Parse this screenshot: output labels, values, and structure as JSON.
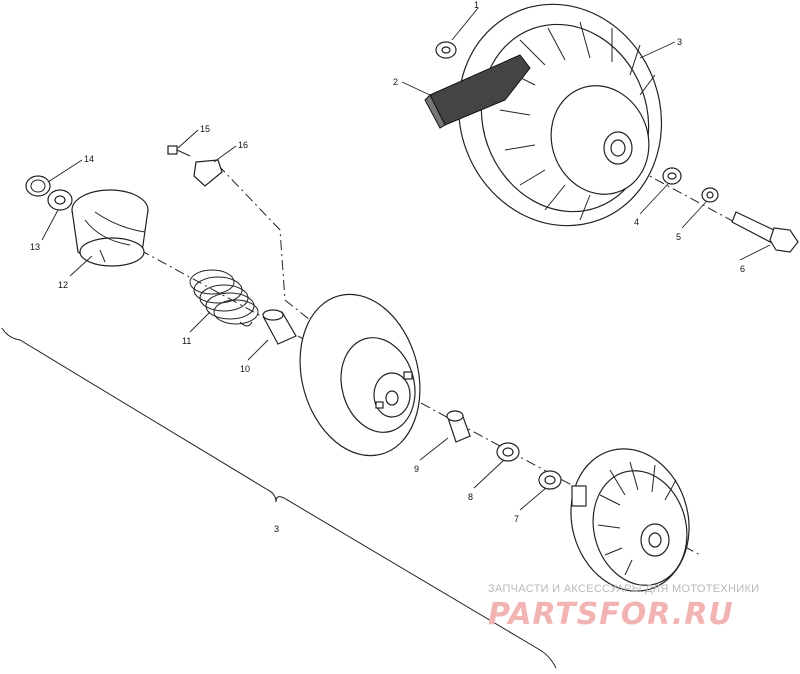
{
  "callouts": [
    {
      "id": "1",
      "text": "1"
    },
    {
      "id": "2",
      "text": "2"
    },
    {
      "id": "3",
      "text": "3"
    },
    {
      "id": "4",
      "text": "4"
    },
    {
      "id": "5",
      "text": "5"
    },
    {
      "id": "6",
      "text": "6"
    },
    {
      "id": "7",
      "text": "7"
    },
    {
      "id": "8",
      "text": "8"
    },
    {
      "id": "9",
      "text": "9"
    },
    {
      "id": "10",
      "text": "10"
    },
    {
      "id": "11",
      "text": "11"
    },
    {
      "id": "12",
      "text": "12"
    },
    {
      "id": "13",
      "text": "13"
    },
    {
      "id": "14",
      "text": "14"
    },
    {
      "id": "15",
      "text": "15"
    },
    {
      "id": "16",
      "text": "16"
    },
    {
      "id": "assembly",
      "text": "3"
    }
  ],
  "watermark": {
    "tagline": "ЗАПЧАСТИ И АКСЕССУАРЫ ДЛЯ МОТОТЕХНИКИ",
    "logo": "PARTSFOR.RU"
  }
}
